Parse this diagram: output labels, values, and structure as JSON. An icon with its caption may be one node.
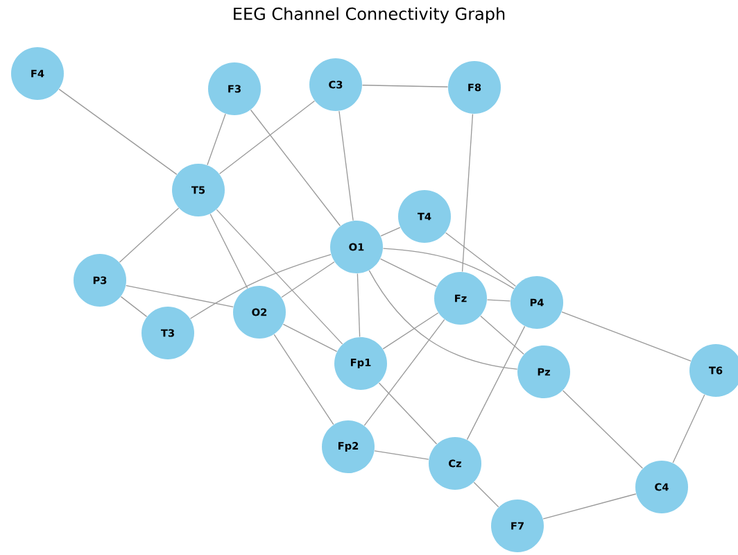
{
  "diagram": {
    "title": "EEG Channel Connectivity Graph",
    "nodes": [
      {
        "text": [
          "F4"
        ]
      },
      {
        "text": [
          "F3"
        ]
      },
      {
        "text": [
          "C3"
        ]
      },
      {
        "text": [
          "F8"
        ]
      },
      {
        "text": [
          "T5"
        ]
      },
      {
        "text": [
          "T4"
        ]
      },
      {
        "text": [
          "O1"
        ]
      },
      {
        "text": [
          "P3"
        ]
      },
      {
        "text": [
          "Fz"
        ]
      },
      {
        "text": [
          "P4"
        ]
      },
      {
        "text": [
          "O2"
        ]
      },
      {
        "text": [
          "T3"
        ]
      },
      {
        "text": [
          "Fp1"
        ]
      },
      {
        "text": [
          "Pz"
        ]
      },
      {
        "text": [
          "T6"
        ]
      },
      {
        "text": [
          "Fp2"
        ]
      },
      {
        "text": [
          "Cz"
        ]
      },
      {
        "text": [
          "C4"
        ]
      },
      {
        "text": [
          "F7"
        ]
      }
    ],
    "edges": [
      {
        "from": 0,
        "to": 4,
        "arrow": "none"
      },
      {
        "from": 1,
        "to": 4,
        "arrow": "none"
      },
      {
        "from": 1,
        "to": 6,
        "arrow": "none"
      },
      {
        "from": 2,
        "to": 4,
        "arrow": "none"
      },
      {
        "from": 2,
        "to": 3,
        "arrow": "none"
      },
      {
        "from": 2,
        "to": 6,
        "arrow": "none"
      },
      {
        "from": 3,
        "to": 8,
        "arrow": "none"
      },
      {
        "from": 4,
        "to": 7,
        "arrow": "none"
      },
      {
        "from": 4,
        "to": 10,
        "arrow": "none"
      },
      {
        "from": 4,
        "to": 12,
        "arrow": "none"
      },
      {
        "from": 5,
        "to": 6,
        "arrow": "none"
      },
      {
        "from": 5,
        "to": 9,
        "arrow": "none"
      },
      {
        "from": 6,
        "to": 10,
        "arrow": "none"
      },
      {
        "from": 6,
        "to": 11,
        "arrow": "none"
      },
      {
        "from": 6,
        "to": 12,
        "arrow": "none"
      },
      {
        "from": 6,
        "to": 8,
        "arrow": "none"
      },
      {
        "from": 6,
        "to": 9,
        "arrow": "none"
      },
      {
        "from": 6,
        "to": 13,
        "arrow": "none"
      },
      {
        "from": 7,
        "to": 10,
        "arrow": "none"
      },
      {
        "from": 7,
        "to": 11,
        "arrow": "none"
      },
      {
        "from": 8,
        "to": 9,
        "arrow": "none"
      },
      {
        "from": 8,
        "to": 13,
        "arrow": "none"
      },
      {
        "from": 8,
        "to": 12,
        "arrow": "none"
      },
      {
        "from": 8,
        "to": 15,
        "arrow": "none"
      },
      {
        "from": 9,
        "to": 14,
        "arrow": "none"
      },
      {
        "from": 9,
        "to": 16,
        "arrow": "none"
      },
      {
        "from": 10,
        "to": 12,
        "arrow": "none"
      },
      {
        "from": 10,
        "to": 15,
        "arrow": "none"
      },
      {
        "from": 12,
        "to": 16,
        "arrow": "none"
      },
      {
        "from": 16,
        "to": 18,
        "arrow": "none"
      },
      {
        "from": 15,
        "to": 16,
        "arrow": "none"
      },
      {
        "from": 13,
        "to": 17,
        "arrow": "none"
      },
      {
        "from": 14,
        "to": 17,
        "arrow": "none"
      },
      {
        "from": 17,
        "to": 18,
        "arrow": "none"
      }
    ]
  }
}
